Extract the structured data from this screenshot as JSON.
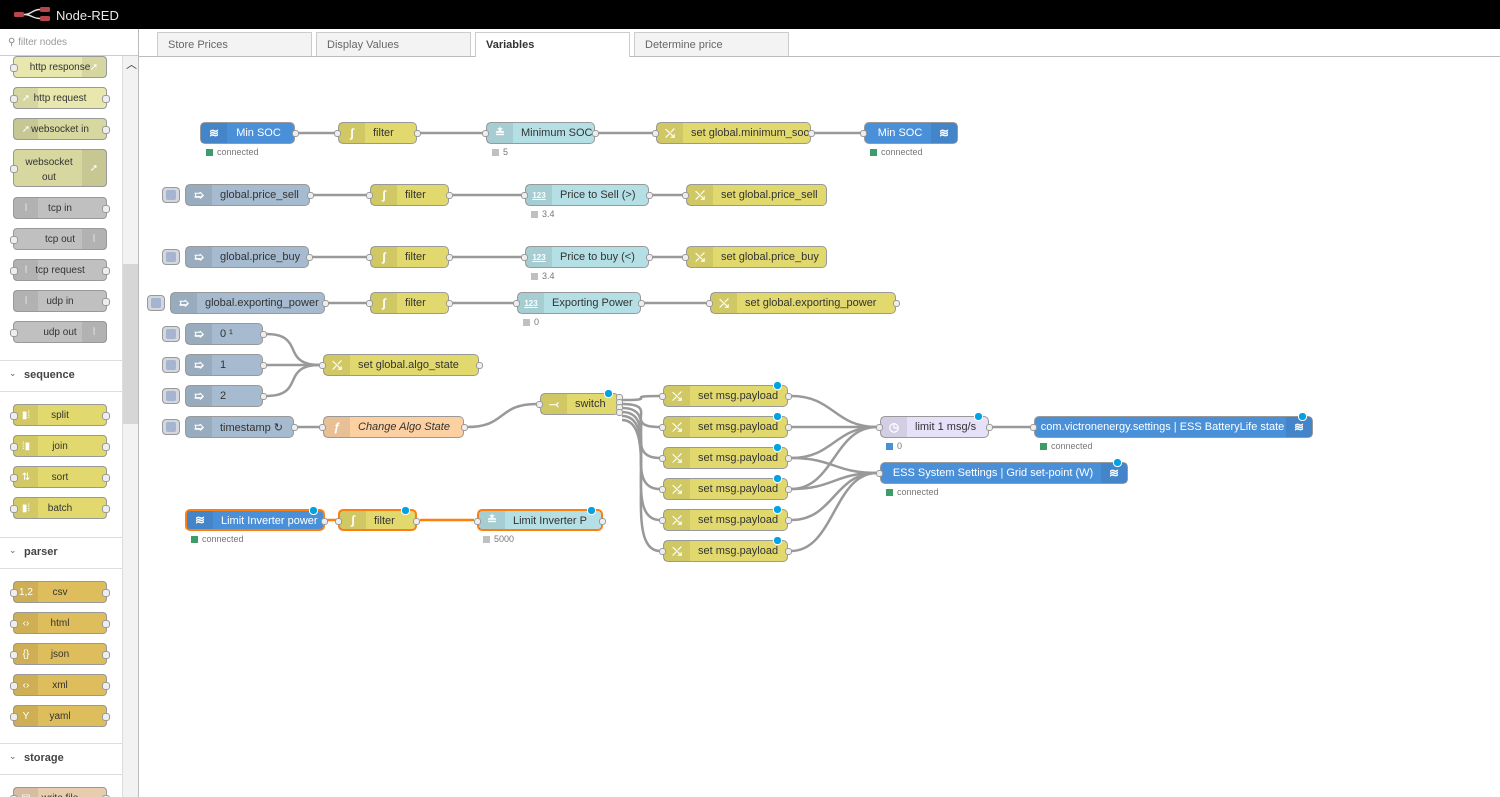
{
  "header": {
    "title": "Node-RED"
  },
  "palette": {
    "search_placeholder": "filter nodes",
    "nodes": [
      {
        "label": "http response",
        "icon": "globe-icon",
        "color": "#e7e7ae"
      },
      {
        "label": "http request",
        "icon": "globe-icon",
        "color": "#e7e7ae"
      },
      {
        "label": "websocket in",
        "icon": "globe-icon",
        "color": "#d7d7a0"
      },
      {
        "label": "websocket out",
        "icon": "globe-icon",
        "color": "#d7d7a0"
      },
      {
        "label": "tcp in",
        "icon": "bridge-icon",
        "color": "#c0c0c0"
      },
      {
        "label": "tcp out",
        "icon": "bridge-icon",
        "color": "#c0c0c0"
      },
      {
        "label": "tcp request",
        "icon": "bridge-icon",
        "color": "#c0c0c0"
      },
      {
        "label": "udp in",
        "icon": "bridge-icon",
        "color": "#c0c0c0"
      },
      {
        "label": "udp out",
        "icon": "bridge-icon",
        "color": "#c0c0c0"
      }
    ],
    "categories": [
      {
        "name": "sequence",
        "nodes": [
          {
            "label": "split",
            "icon": "split-icon"
          },
          {
            "label": "join",
            "icon": "join-icon"
          },
          {
            "label": "sort",
            "icon": "sort-icon"
          },
          {
            "label": "batch",
            "icon": "batch-icon"
          }
        ],
        "color": "#e2d96e"
      },
      {
        "name": "parser",
        "nodes": [
          {
            "label": "csv",
            "icon": "csv-icon"
          },
          {
            "label": "html",
            "icon": "html-icon"
          },
          {
            "label": "json",
            "icon": "json-icon"
          },
          {
            "label": "xml",
            "icon": "xml-icon"
          },
          {
            "label": "yaml",
            "icon": "yaml-icon"
          }
        ],
        "color": "#debd5c"
      },
      {
        "name": "storage",
        "nodes": [
          {
            "label": "write file",
            "icon": "file-icon"
          }
        ],
        "color": "#e7ccae"
      }
    ]
  },
  "tabs": [
    "Store Prices",
    "Display Values",
    "Variables",
    "Determine price"
  ],
  "active_tab": "Variables",
  "colors": {
    "inject": "#a6bbcf",
    "function": "#fdd0a2",
    "change": "#e2d96e",
    "victron": "#4a90d9",
    "numeric": "#b4dfe4",
    "delay": "#e6e0f8",
    "status_green": "#3c9d6b",
    "status_grey": "#c0c0c0",
    "status_blue": "#4a90d9",
    "changed_dot": "#00a2e6"
  },
  "flow": {
    "min_soc_in": {
      "label": "Min SOC",
      "status": "connected"
    },
    "filter1": {
      "label": "filter"
    },
    "minimum_soc": {
      "label": "Minimum SOC",
      "status": "5"
    },
    "set_min_soc": {
      "label": "set global.minimum_soc"
    },
    "min_soc_out": {
      "label": "Min SOC",
      "status": "connected"
    },
    "price_sell_inject": {
      "label": "global.price_sell"
    },
    "filter2": {
      "label": "filter"
    },
    "price_sell_num": {
      "label": "Price to Sell (>)",
      "status": "3.4"
    },
    "set_price_sell": {
      "label": "set global.price_sell"
    },
    "price_buy_inject": {
      "label": "global.price_buy"
    },
    "filter3": {
      "label": "filter"
    },
    "price_buy_num": {
      "label": "Price to buy (<)",
      "status": "3.4"
    },
    "set_price_buy": {
      "label": "set global.price_buy"
    },
    "export_inject": {
      "label": "global.exporting_power"
    },
    "filter4": {
      "label": "filter"
    },
    "export_num": {
      "label": "Exporting Power",
      "status": "0"
    },
    "set_export": {
      "label": "set global.exporting_power"
    },
    "inj0": {
      "label": "0 ¹"
    },
    "inj1": {
      "label": "1"
    },
    "inj2": {
      "label": "2"
    },
    "set_algo": {
      "label": "set global.algo_state"
    },
    "timestamp": {
      "label": "timestamp ↻"
    },
    "change_algo": {
      "label": "Change Algo State"
    },
    "switch": {
      "label": "switch"
    },
    "payload": [
      "set msg.payload",
      "set msg.payload",
      "set msg.payload",
      "set msg.payload",
      "set msg.payload",
      "set msg.payload"
    ],
    "limit": {
      "label": "limit 1 msg/s",
      "status": "0"
    },
    "ess_battery": {
      "label": "com.victronenergy.settings | ESS BatteryLife state",
      "status": "connected"
    },
    "ess_grid": {
      "label": "ESS System Settings | Grid set-point (W)",
      "status": "connected"
    },
    "limit_inv_in": {
      "label": "Limit Inverter power",
      "status": "connected"
    },
    "filter5": {
      "label": "filter"
    },
    "limit_inv_num": {
      "label": "Limit Inverter P",
      "status": "5000"
    }
  }
}
